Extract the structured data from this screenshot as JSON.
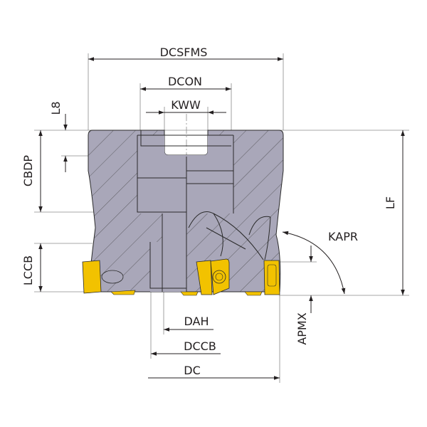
{
  "title": "Face milling cutter dimension diagram",
  "labels": {
    "dcsfms": "DCSFMS",
    "dcon": "DCON",
    "kww": "KWW",
    "l8": "L8",
    "cbdp": "CBDP",
    "lf": "LF",
    "kapr": "KAPR",
    "lccb": "LCCB",
    "apmx": "APMX",
    "dah": "DAH",
    "dccb": "DCCB",
    "dc": "DC"
  },
  "colors": {
    "body": "#a9a7b9",
    "insert": "#f2c200",
    "line": "#231f20"
  }
}
